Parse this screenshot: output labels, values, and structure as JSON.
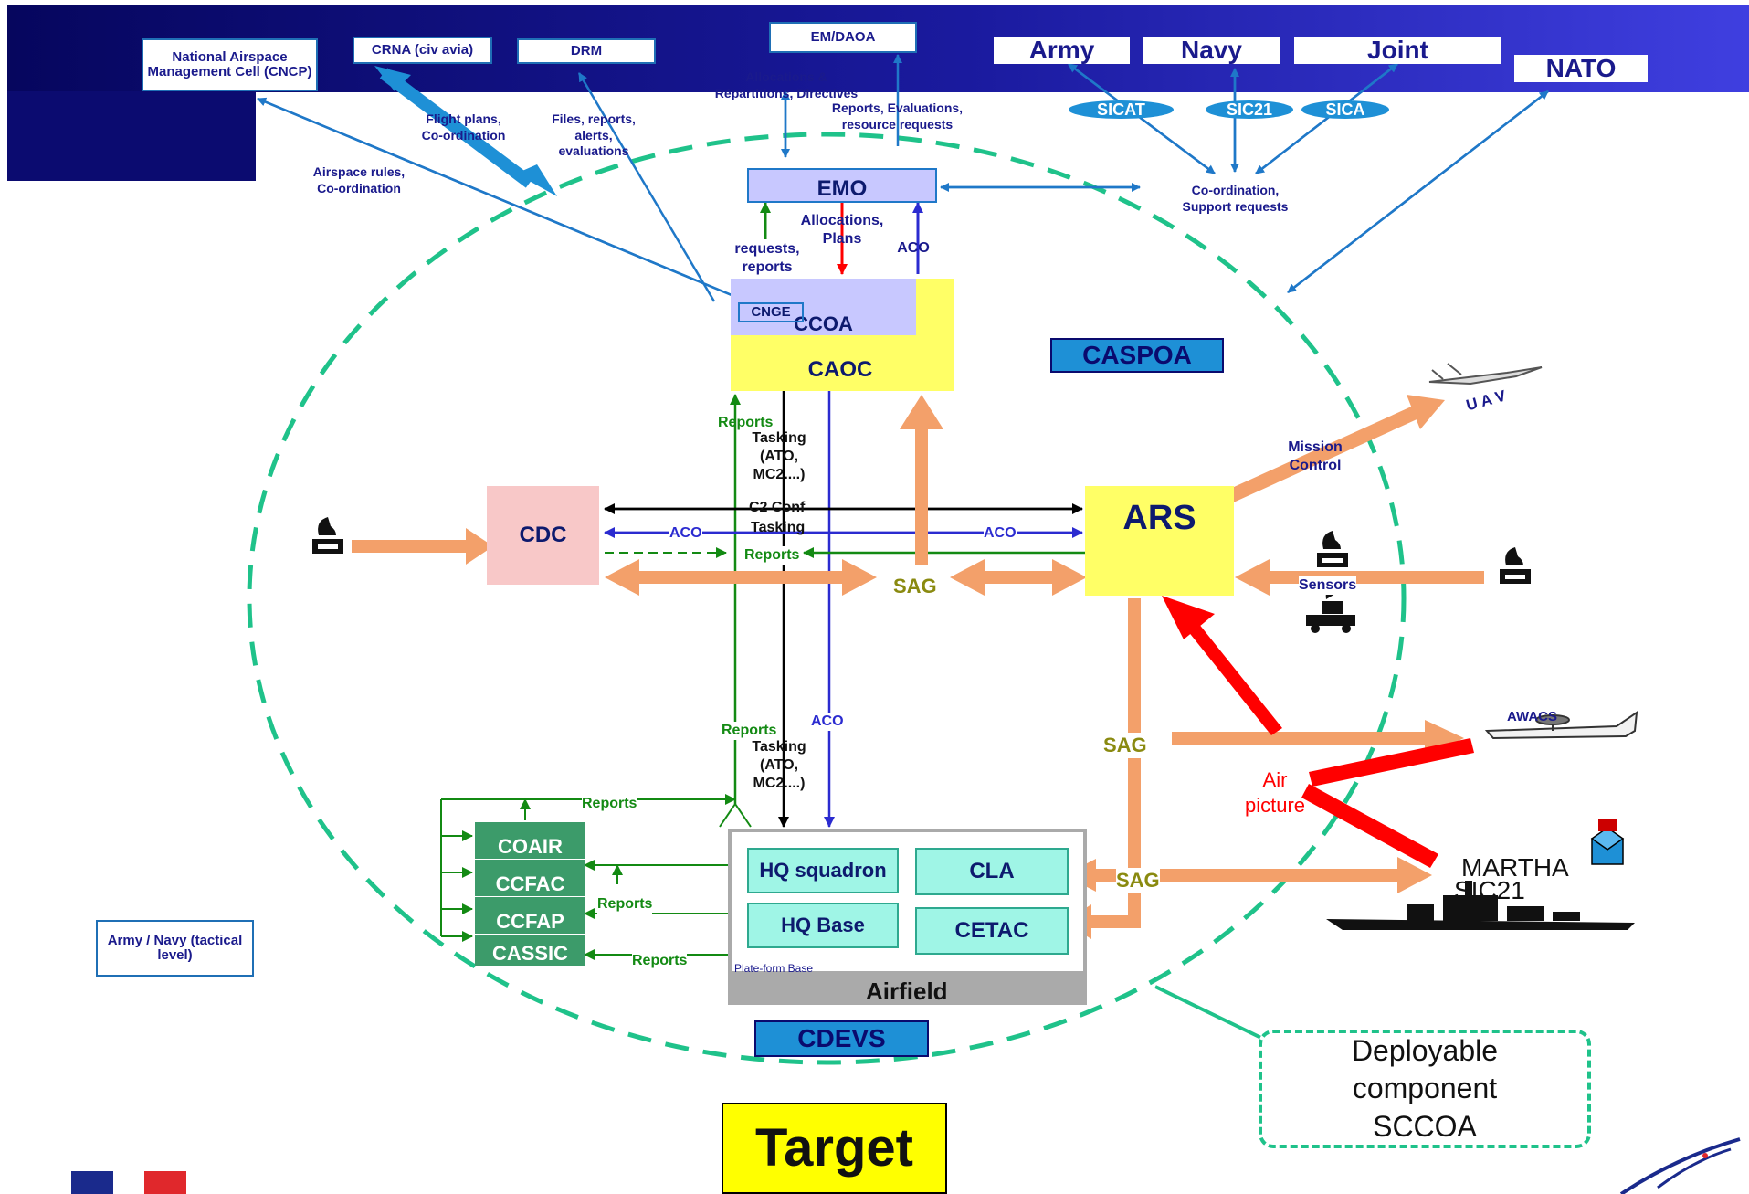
{
  "external": {
    "national_airspace": "National Airspace Management Cell (CNCP)",
    "crna": "CRNA (civ avia)",
    "drm": "DRM",
    "em_daoa": "EM/DAOA",
    "army": "Army",
    "navy": "Navy",
    "joint": "Joint",
    "nato": "NATO",
    "army_navy_tactical": "Army / Navy (tactical level)"
  },
  "networks": {
    "sicat": "SICAT",
    "sic21": "SIC21",
    "sica": "SICA"
  },
  "flows": {
    "allocations_directives": "Allocations & Répartitions, Directives",
    "reports_evaluations": "Reports, Evaluations, resource requests",
    "flight_plans": "Flight plans, Co-ordination",
    "files_reports": "Files, reports, alerts, evaluations",
    "airspace_rules": "Airspace rules, Co-ordination",
    "coordination_support": "Co-ordination, Support requests",
    "requests_reports": "requests, reports",
    "allocations_plans": "Allocations, Plans",
    "aco": "ACO",
    "reports": "Reports",
    "tasking_upper": "Tasking (ATO, MC2....)",
    "tasking_lower": "Tasking (ATO, MC2....)",
    "c2conf": "C2 Conf",
    "tasking": "Tasking",
    "sag": "SAG",
    "mission_control": "Mission Control",
    "sensors": "Sensors",
    "air_picture": "Air picture"
  },
  "nodes": {
    "emo": "EMO",
    "cnge": "CNGE",
    "ccoa": "CCOA",
    "caoc": "CAOC",
    "caspoa": "CASPOA",
    "cdc": "CDC",
    "ars": "ARS",
    "uav": "U A V",
    "awacs": "AWACS",
    "martha": "MARTHA",
    "sic21_ship": "SIC21",
    "coair": "COAIR",
    "ccfac": "CCFAC",
    "ccfap": "CCFAP",
    "cassic": "CASSIC",
    "hq_squadron": "HQ squadron",
    "hq_base": "HQ Base",
    "cla": "CLA",
    "cetac": "CETAC",
    "plate_form": "Plate-form Base",
    "airfield": "Airfield",
    "cdevs": "CDEVS",
    "deployable": "Deployable component SCCOA",
    "target": "Target"
  },
  "colors": {
    "banner_dark": "#0a0a6e",
    "banner_light": "#3a3ad8",
    "dashed_green": "#1fc28a",
    "orange_arrow": "#f3a06a",
    "red_arrow": "#ff0000",
    "emo_fill": "#c8c8ff",
    "caoc_fill": "#ffff66",
    "cdc_fill": "#f8c8c8",
    "green_box": "#3c9b6a",
    "teal_box": "#9ff5e6",
    "blue_tag": "#1e90d6"
  }
}
